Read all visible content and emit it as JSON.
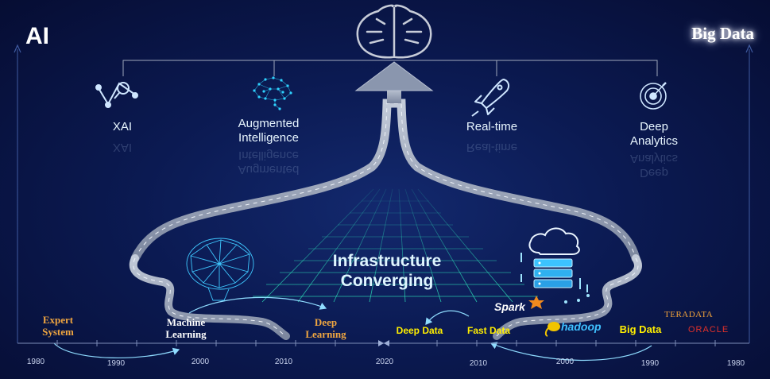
{
  "corners": {
    "left": "AI",
    "right": "Big Data"
  },
  "features": [
    {
      "label": "XAI",
      "icon": "xai-network-icon"
    },
    {
      "label": "Augmented Intelligence",
      "icon": "augmented-brain-icon"
    },
    {
      "label": "Real-time",
      "icon": "rocket-icon"
    },
    {
      "label": "Deep Analytics",
      "icon": "radar-target-icon"
    }
  ],
  "center": {
    "line1": "Infrastructure",
    "line2": "Converging"
  },
  "ai_stages": [
    {
      "line1": "Expert",
      "line2": "System",
      "color": "#f0a640"
    },
    {
      "line1": "Machine",
      "line2": "Learning",
      "color": "#ffffff"
    },
    {
      "line1": "Deep",
      "line2": "Learning",
      "color": "#f0a640"
    }
  ],
  "bigdata_stages": [
    {
      "label": "Deep Data"
    },
    {
      "label": "Fast Data"
    },
    {
      "label": "Big Data"
    }
  ],
  "brands": {
    "spark": "Spark",
    "hadoop": "hadoop",
    "teradata": "TERADATA",
    "oracle": "ORACLE"
  },
  "years": [
    "1980",
    "1990",
    "2000",
    "2010",
    "2020",
    "2010",
    "2000",
    "1990",
    "1980"
  ],
  "colors": {
    "road": "#9aa6bd",
    "accent": "#5fd2ff",
    "yellow": "#ffee00",
    "orange": "#f0a640",
    "oracle": "#e0302a"
  }
}
